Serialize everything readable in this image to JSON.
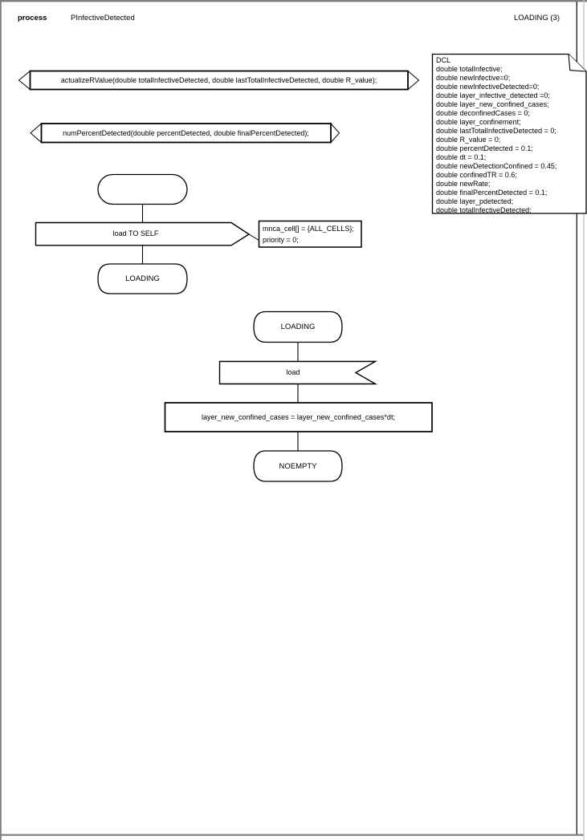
{
  "header": {
    "kind_label": "process",
    "process_name": "PInfectiveDetected",
    "page_label": "LOADING (3)"
  },
  "declarations_note": {
    "lines": [
      "DCL",
      "double totalInfective;",
      "double newInfective=0;",
      "double newInfectiveDetected=0;",
      "double layer_infective_detected =0;",
      "double layer_new_confined_cases;",
      "double deconfinedCases = 0;",
      "double layer_confinement;",
      "double lastTotalInfectiveDetected = 0;",
      "double R_value = 0;",
      "double percentDetected = 0.1;",
      "double dt = 0.1;",
      "double newDetectionConfined = 0.45;",
      "double confinedTR = 0.6;",
      "double newRate;",
      "double finalPercentDetected = 0.1;",
      "double layer_pdetected;",
      "double totalInfectiveDetected;"
    ]
  },
  "procedures": {
    "actualize_r_value": "actualizeRValue(double totalInfectiveDetected, double lastTotalInfectiveDetected, double R_value);",
    "num_percent_detected": "numPercentDetected(double percentDetected, double finalPercentDetected);"
  },
  "start_flow": {
    "output_label": "load TO SELF",
    "output_params": [
      "mnca_cell[] = {ALL_CELLS};",
      "priority = 0;"
    ],
    "next_state": "LOADING"
  },
  "loading_flow": {
    "state": "LOADING",
    "input_signal": "load",
    "task": "layer_new_confined_cases = layer_new_confined_cases*dt;",
    "next_state": "NOEMPTY"
  }
}
